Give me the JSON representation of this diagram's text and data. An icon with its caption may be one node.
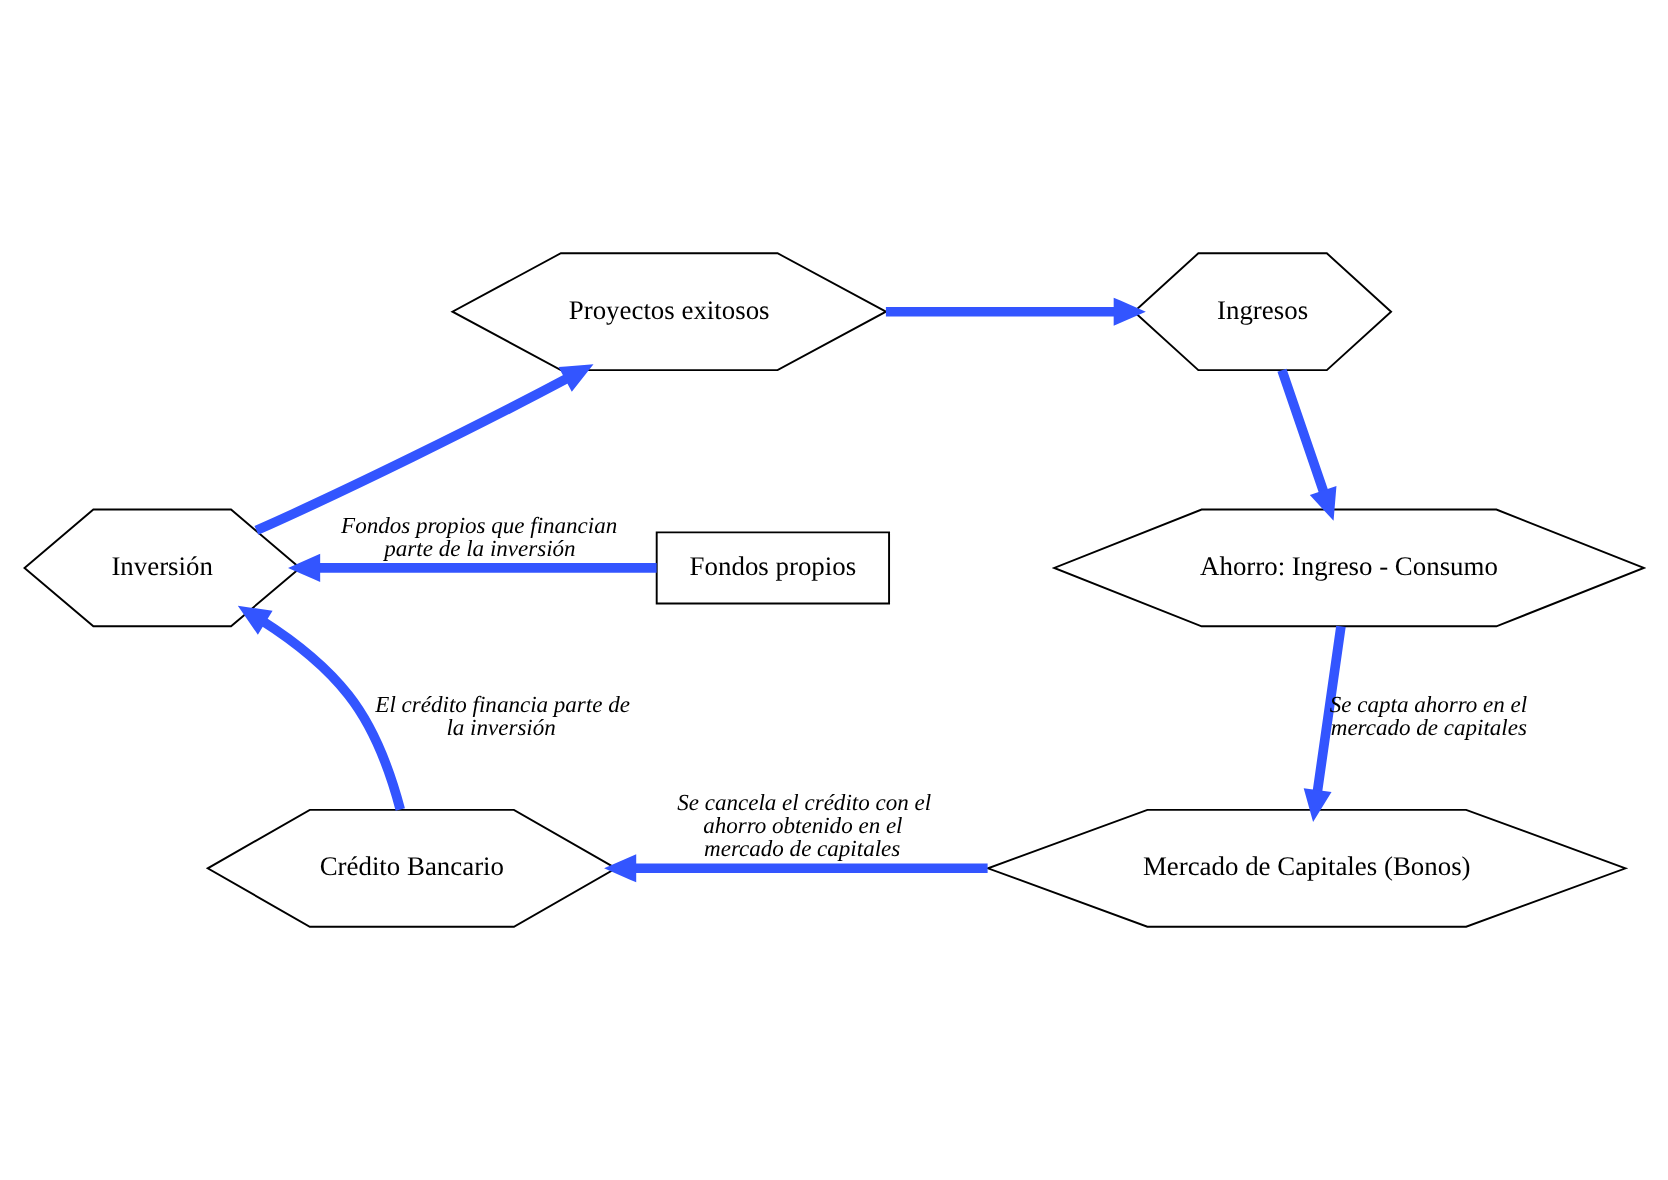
{
  "diagram": {
    "nodes": [
      {
        "text": [
          "Proyectos exitosos"
        ]
      },
      {
        "text": [
          "Ingresos"
        ]
      },
      {
        "text": [
          "Ahorro: Ingreso - Consumo"
        ]
      },
      {
        "text": [
          "Mercado de Capitales (Bonos)"
        ]
      },
      {
        "text": [
          "Crédito Bancario"
        ]
      },
      {
        "text": [
          "Inversión"
        ]
      },
      {
        "text": [
          "Fondos propios"
        ]
      }
    ],
    "edges": [
      {
        "from": 5,
        "to": 0,
        "arrow": "to"
      },
      {
        "from": 0,
        "to": 1,
        "arrow": "to"
      },
      {
        "from": 1,
        "to": 2,
        "arrow": "to"
      },
      {
        "from": 2,
        "to": 3,
        "arrow": "to",
        "label": "Se capta ahorro en el mercado de capitales"
      },
      {
        "from": 3,
        "to": 4,
        "arrow": "to",
        "label": "Se cancela el crédito con el ahorro obtenido en el mercado de capitales"
      },
      {
        "from": 4,
        "to": 5,
        "arrow": "to",
        "label": "El crédito financia parte de la inversión"
      },
      {
        "from": 6,
        "to": 5,
        "arrow": "to",
        "label": "Fondos propios que financian parte de la inversión"
      }
    ]
  }
}
